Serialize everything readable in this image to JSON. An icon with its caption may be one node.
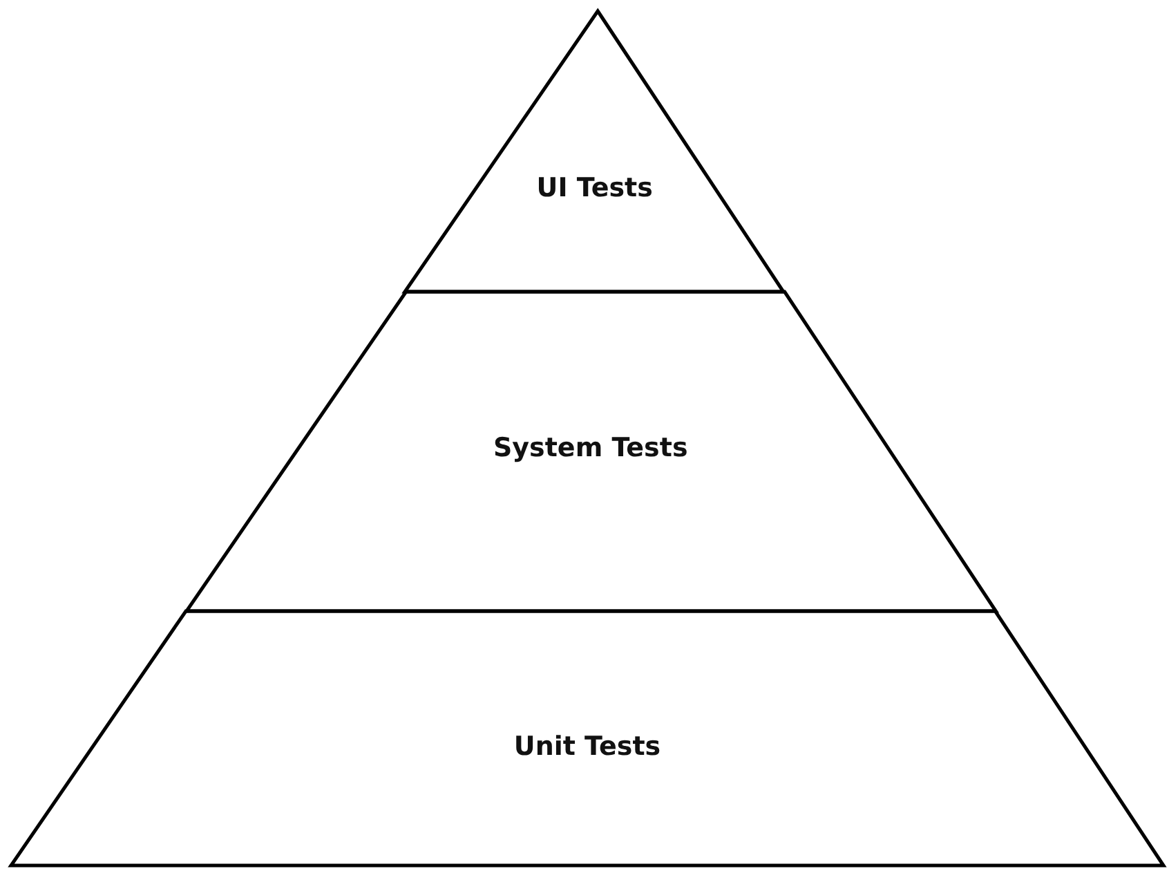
{
  "diagram": {
    "nodes": [
      {
        "text": [
          "UI Tests"
        ]
      },
      {
        "text": [
          "System Tests"
        ]
      },
      {
        "text": [
          "Unit Tests"
        ]
      }
    ]
  }
}
